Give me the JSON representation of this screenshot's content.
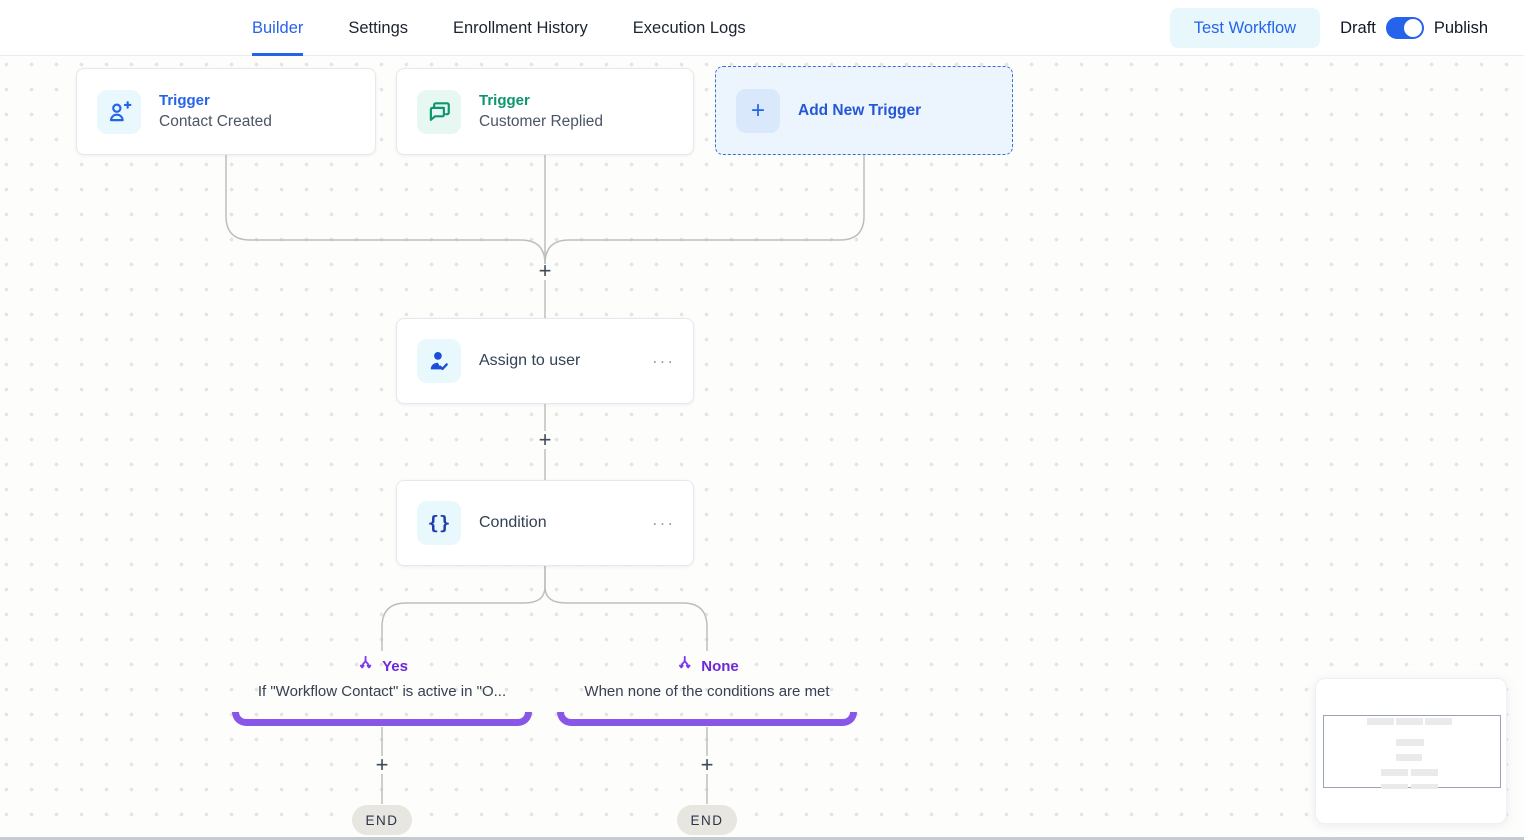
{
  "header": {
    "tabs": [
      {
        "label": "Builder"
      },
      {
        "label": "Settings"
      },
      {
        "label": "Enrollment History"
      },
      {
        "label": "Execution Logs"
      }
    ],
    "test_workflow_label": "Test Workflow",
    "draft_label": "Draft",
    "publish_label": "Publish",
    "toggle_state": "on"
  },
  "triggers": {
    "cards": [
      {
        "kind": "Trigger",
        "title": "Contact Created"
      },
      {
        "kind": "Trigger",
        "title": "Customer Replied"
      }
    ],
    "add_new_label": "Add New Trigger"
  },
  "steps": [
    {
      "title": "Assign to user"
    },
    {
      "title": "Condition"
    }
  ],
  "branches": [
    {
      "label": "Yes",
      "description": "If \"Workflow Contact\" is active in \"O...",
      "end_label": "END"
    },
    {
      "label": "None",
      "description": "When none of the conditions are met",
      "end_label": "END"
    }
  ],
  "glyphs": {
    "plus": "+",
    "more": "···",
    "braces": "{}"
  },
  "colors": {
    "accent_blue": "#2563eb",
    "accent_green": "#0b966f",
    "accent_purple": "#7c3aed",
    "branch_bar": "#8957e8",
    "connector": "#bcc0ba"
  }
}
